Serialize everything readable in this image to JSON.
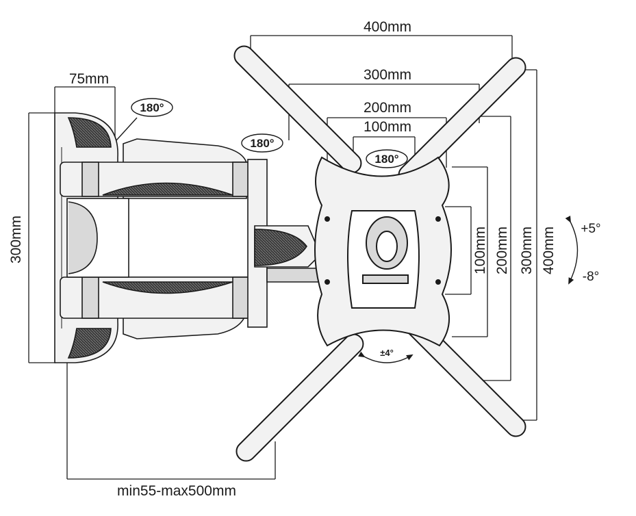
{
  "diagram": {
    "arm_depth_label": "75mm",
    "wall_plate_height_label": "300mm",
    "extension_label": "min55-max500mm",
    "swivel_rotation_labels": [
      "180°",
      "180°",
      "180°"
    ],
    "vesa_horizontal_labels": [
      "400mm",
      "300mm",
      "200mm",
      "100mm"
    ],
    "vesa_vertical_labels": [
      "100mm",
      "200mm",
      "300mm",
      "400mm"
    ],
    "tilt_up_label": "+5°",
    "tilt_down_label": "-8°",
    "level_adjust_label": "±4°"
  },
  "colors": {
    "line": "#1a1a1a",
    "fill_light": "#f2f2f2",
    "fill_mid": "#d9d9d9",
    "fill_dark": "#4a4a4a"
  }
}
